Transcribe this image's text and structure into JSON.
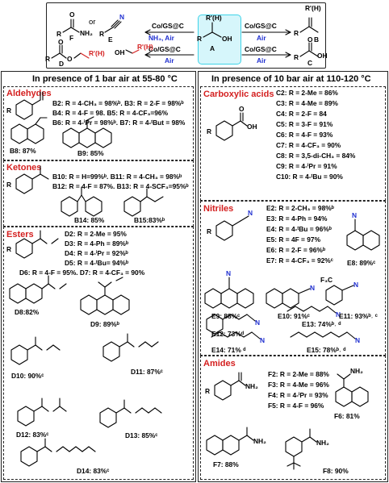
{
  "scheme": {
    "center": {
      "r_label": "R'(H)",
      "r_label2": "R",
      "oh": "OH",
      "letter": "A"
    },
    "arrows": [
      {
        "id": "to_E",
        "catalyst": "Co/GS@C",
        "conditions": "NH₃, Air",
        "product_letter": "E"
      },
      {
        "id": "to_B",
        "catalyst": "Co/GS@C",
        "conditions": "Air",
        "product_letter": "B"
      },
      {
        "id": "to_D",
        "catalyst": "Co/GS@C",
        "conditions": "Air",
        "product_letter": "D"
      },
      {
        "id": "to_C",
        "catalyst": "Co/GS@C",
        "conditions": "Air",
        "product_letter": "C"
      }
    ],
    "or_text": "or",
    "f_letter": "F",
    "atoms": {
      "o": "O",
      "n": "N",
      "nh2": "NH₂",
      "oh": "OH",
      "r": "R",
      "r_prime": "R'(H)"
    }
  },
  "left_panel": {
    "title": "In presence of 1 bar air at 55-80 °C",
    "aldehydes": {
      "heading": "Aldehydes",
      "lines": [
        "B2: R = 4-CH₃ = 98%ᵇ. B3: R = 2-F = 98%ᵇ",
        "B4: R = 4-F = 98. B5: R = 4-CF₃=96%",
        "B6: R = 4-ⁱPr = 98%ᵇ. B7: R = 4-ᵗBut = 98%"
      ],
      "b8": "B8: 87%",
      "b9": "B9: 85%"
    },
    "ketones": {
      "heading": "Ketones",
      "lines": [
        "B10: R = H=99%ᵇ. B11: R = 4-CH₃ = 98%ᵇ",
        "B12: R = 4-F = 87%. B13: R = 4-SCF₃=95%ᵇ"
      ],
      "b14": "B14: 85%",
      "b15": "B15:83%ᵇ"
    },
    "esters": {
      "heading": "Esters",
      "lines": [
        "D2: R = 2-Me = 95%",
        "D3: R = 4-Ph = 89%ᵇ",
        "D4: R = 4-ⁱPr = 92%ᵇ",
        "D5: R = 4-ᵗBu= 94%ᵇ",
        "D6: R = 4-F = 95%. D7: R = 4-CF₃ = 90%"
      ],
      "d8": "D8:82%",
      "d9": "D9: 89%ᵇ",
      "d10": "D10: 90%ᶜ",
      "d11": "D11: 87%ᶜ",
      "d12": "D12: 83%ᶜ",
      "d13": "D13: 85%ᶜ",
      "d14": "D14: 83%ᶜ"
    }
  },
  "right_panel": {
    "title": "In presence of 10 bar air at 110-120 °C",
    "acids": {
      "heading": "Carboxylic acids",
      "lines": [
        "C2: R = 2-Me = 86%",
        "C3: R = 4-Me = 89%",
        "C4: R = 2-F = 84",
        "C5: R = 3-F = 91%",
        "C6: R = 4-F = 93%",
        "C7: R = 4-CF₃ = 90%",
        "C8: R = 3,5-di-CH₃ = 84%",
        "C9: R = 4-ⁱPr = 91%",
        "C10: R = 4-ᵗBu = 90%"
      ]
    },
    "nitriles": {
      "heading": "Nitriles",
      "lines": [
        "E2: R = 2-CH₃ = 98%ᵇ",
        "E3: R = 4-Ph = 94%",
        "E4: R = 4-ᵗBu = 96%ᵇ",
        "E5: R = 4F = 97%",
        "E6: R = 2-F = 96%ᵇ",
        "E7: R = 4-CF₃ = 92%ᶜ"
      ],
      "e8": "E8: 89%ᶜ",
      "e9": "E9: 88%ᶜ",
      "e10": "E10: 91%ᶜ",
      "e11": "E11: 93%ᵇ˒ ᶜ",
      "e12": "E12: 73%ᵈ",
      "e13": "E13: 74%ᵇ˒ ᵈ",
      "e14": "E14: 71% ᵈ",
      "e15": "E15: 78%ᵇ˒ ᵈ",
      "cf3": "F₃C"
    },
    "amides": {
      "heading": "Amides",
      "lines": [
        "F2: R = 2-Me = 88%",
        "F3: R = 4-Me = 96%",
        "F4: R = 4-ⁱPr = 93%",
        "F5: R = 4-F = 96%"
      ],
      "f6": "F6: 81%",
      "f7": "F7: 88%",
      "f8": "F8: 90%"
    }
  },
  "colors": {
    "heading_red": "#d42020",
    "condition_blue": "#1f2fd0",
    "highlight_cyan": "#3fd3e8"
  }
}
